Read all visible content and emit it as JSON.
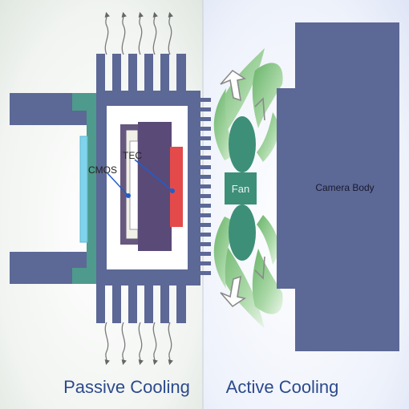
{
  "labels": {
    "cmos": "CMOS",
    "tec": "TEC",
    "fan": "Fan",
    "camera_body": "Camera Body",
    "passive_section": "Passive Cooling",
    "active_section": "Active Cooling"
  },
  "colors": {
    "housing": "#5c6896",
    "housing_dark": "#444f7d",
    "mount_teal": "#4e9a8c",
    "lens_glass": "#7fd3ea",
    "sensor_plate": "#66587f",
    "sensor_inner": "#f0f0e6",
    "tec_plate": "#5a4a78",
    "tec_hot_side": "#e44a4a",
    "fan_green": "#3d8f78",
    "airflow_green": "#5fb85f",
    "pointer_blue": "#1f5ec9",
    "section_text": "#2c4a8c"
  }
}
